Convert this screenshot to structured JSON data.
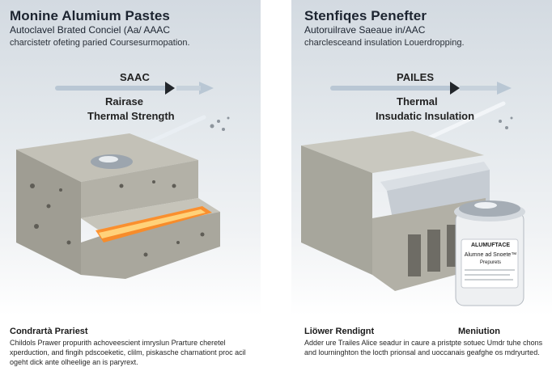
{
  "left": {
    "title": "Monine Alumium Pastes",
    "subtitle": "Autoclavel Brated Conciel (Aa/ AAAC",
    "description": "charcistetr ofeting paried Coursesurmopation.",
    "center_label": "SAAC",
    "caption_line1": "Rairase",
    "caption_line2": "Thermal Strength",
    "footer_heading": "Condrartà Prariest",
    "footer_text": "Childols Prawer propurith achoveescient imryslun Prarture cheretel xperduction, and fingih pdscoeketic, clilm, piskasche charnationt proc acil ogeht dick ante olheelige an is paryrext."
  },
  "right": {
    "title": "Stenfiqes Penefter",
    "subtitle": "Autoruilrave Saeaue in/AAC",
    "description": "charclesceand insulation Louerdropping.",
    "center_label": "PAILES",
    "caption_line1": "Thermal",
    "caption_line2": "Insudatic Insulation",
    "footer_heading_left": "Liöwer Rendignt",
    "footer_heading_right": "Meniution",
    "footer_text": "Adder ure Trailes Alice seadur in caure a pristpte sotuec Umdr tuhe chons and lourninghton the locth prionsal and uoccanais geafghe os mdryurted.",
    "jar_label_title": "ALUMUFTACE",
    "jar_label_sub": "Alumne ad Snoete™",
    "jar_label_sub2": "Prepurets"
  },
  "colors": {
    "concrete": "#a8a69c",
    "concrete_dark": "#7d7b72",
    "glow": "#ff7a18",
    "arrow": "#9fb2c4",
    "insulation": "#c9ced4"
  }
}
